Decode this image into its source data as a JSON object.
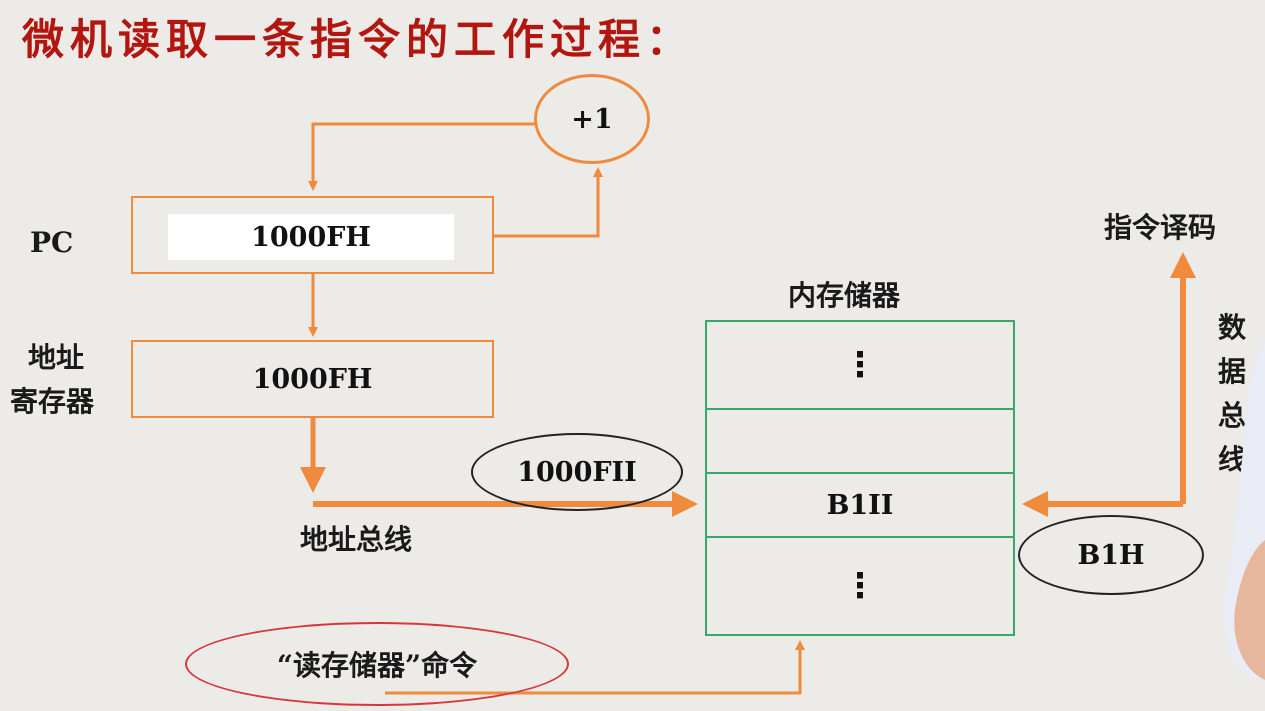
{
  "title": "微机读取一条指令的工作过程：",
  "increment": {
    "label": "+1"
  },
  "pc": {
    "label": "PC",
    "value": "1000FH"
  },
  "address_register": {
    "label_line1": "地址",
    "label_line2": "寄存器",
    "value": "1000FH"
  },
  "address_bus": {
    "label": "地址总线",
    "value": "1000FII"
  },
  "memory": {
    "label": "内存储器",
    "cells": [
      "⋮",
      "",
      "B1II",
      "⋮"
    ]
  },
  "data_bus": {
    "label": "数据总线",
    "visible_chars": [
      "数",
      "据",
      "总",
      "线"
    ],
    "value": "B1H"
  },
  "decode": {
    "label": "指令译码"
  },
  "read_command": {
    "label": "“读存储器”命令"
  },
  "colors": {
    "orange": "#f08a3c",
    "green": "#3aa86d",
    "red_title": "#b3150f",
    "red_ellipse": "#d9363a",
    "black": "#222222"
  }
}
